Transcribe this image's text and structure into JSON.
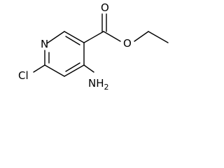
{
  "molecule": {
    "atoms": {
      "ring_nitrogen": "N",
      "carbonyl_oxygen": "O",
      "ester_oxygen": "O",
      "chlorine": "Cl",
      "amino_group": "NH",
      "amino_subscript": "2"
    }
  },
  "colors": {
    "bond": "#000000",
    "label": "#000000",
    "background": "#ffffff"
  }
}
